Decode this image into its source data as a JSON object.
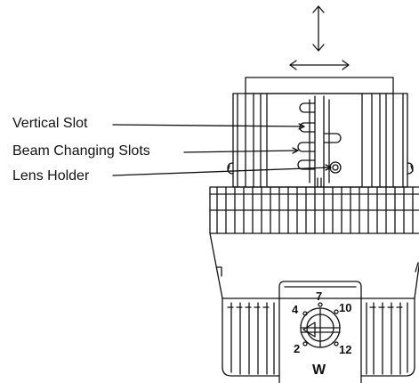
{
  "callouts": {
    "vertical_slot": "Vertical Slot",
    "beam_changing_slots": "Beam Changing Slots",
    "lens_holder": "Lens Holder"
  },
  "dial": {
    "numbers": [
      "4",
      "7",
      "10",
      "2",
      "12"
    ],
    "mark": "W"
  },
  "icons": {
    "vertical_arrow": "double-headed-vertical-arrow",
    "horizontal_arrow": "double-headed-horizontal-arrow"
  },
  "colors": {
    "line": "#111111",
    "background": "#ffffff"
  }
}
